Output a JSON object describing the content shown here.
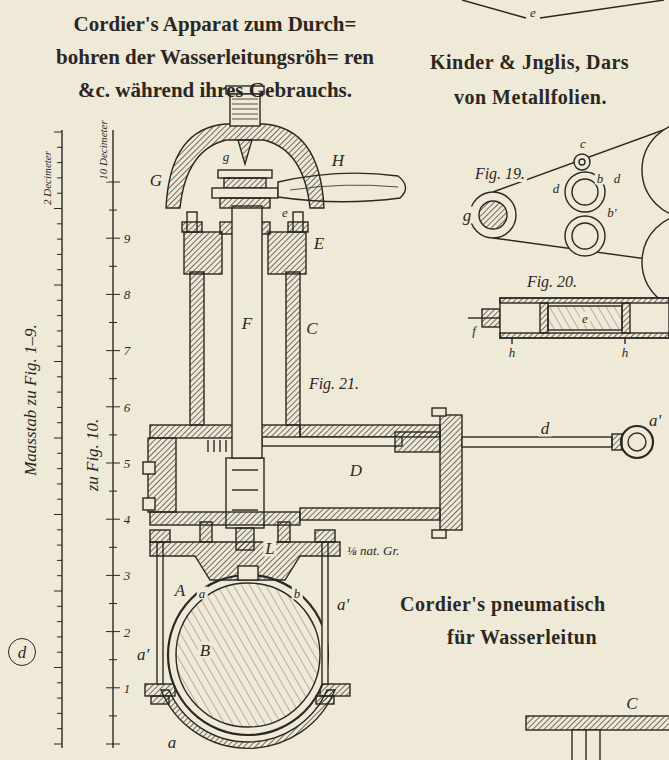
{
  "diagram": {
    "title": "Cordier's Apparat zum Durch= bohren der Wasserleitungsröh= ren &c. während ihres Gebrauchs.",
    "nodes": [
      {
        "text": [
          "d"
        ]
      }
    ],
    "labels": [
      "Kinder & Jnglis, Dars",
      "von Metallfolien.",
      "e",
      "Fig. 19.",
      "c",
      "d",
      "b",
      "d",
      "b'",
      "g",
      "Fig. 20.",
      "f",
      "e",
      "h",
      "h",
      "2 Decimeter",
      "10 Decimeter",
      "Maasstab zu Fig. 1–9.",
      "zu Fig. 10.",
      "9",
      "8",
      "7",
      "6",
      "5",
      "4",
      "3",
      "2",
      "1",
      "G",
      "g",
      "H",
      "E",
      "e",
      "F",
      "C",
      "Fig. 21.",
      "D",
      "d",
      "a'",
      "L",
      "⅛ nat. Gr.",
      "A",
      "a",
      "b",
      "a'",
      "a'",
      "B",
      "a",
      "Cordier's pneumatisch",
      "für Wasserleitun",
      "C"
    ]
  }
}
